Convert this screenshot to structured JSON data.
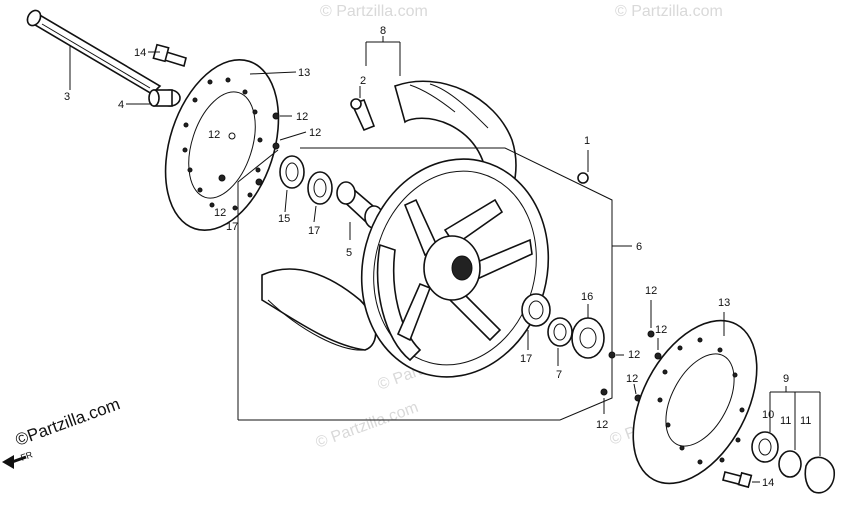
{
  "watermark": {
    "text": "© Partzilla.com",
    "top_text": "© Partzilla.com",
    "center_text": "© Partzilla.com",
    "corner_text": "© Partzilla.com"
  },
  "brand_text": "©Partzilla.com",
  "fr_label": "FR",
  "callouts": [
    {
      "id": "c1",
      "text": "1"
    },
    {
      "id": "c2",
      "text": "2"
    },
    {
      "id": "c3",
      "text": "3"
    },
    {
      "id": "c4",
      "text": "4"
    },
    {
      "id": "c5",
      "text": "5"
    },
    {
      "id": "c6",
      "text": "6"
    },
    {
      "id": "c7",
      "text": "7"
    },
    {
      "id": "c8",
      "text": "8"
    },
    {
      "id": "c9",
      "text": "9"
    },
    {
      "id": "c10",
      "text": "10"
    },
    {
      "id": "c11a",
      "text": "11"
    },
    {
      "id": "c11b",
      "text": "11"
    },
    {
      "id": "c12a",
      "text": "12"
    },
    {
      "id": "c12b",
      "text": "12"
    },
    {
      "id": "c12c",
      "text": "12"
    },
    {
      "id": "c12d",
      "text": "12"
    },
    {
      "id": "c12e",
      "text": "12"
    },
    {
      "id": "c12f",
      "text": "12"
    },
    {
      "id": "c12g",
      "text": "12"
    },
    {
      "id": "c12h",
      "text": "12"
    },
    {
      "id": "c12i",
      "text": "12"
    },
    {
      "id": "c13a",
      "text": "13"
    },
    {
      "id": "c13b",
      "text": "13"
    },
    {
      "id": "c14a",
      "text": "14"
    },
    {
      "id": "c14b",
      "text": "14"
    },
    {
      "id": "c15",
      "text": "15"
    },
    {
      "id": "c16",
      "text": "16"
    },
    {
      "id": "c17a",
      "text": "17"
    },
    {
      "id": "c17b",
      "text": "17"
    },
    {
      "id": "c17c",
      "text": "17"
    }
  ]
}
